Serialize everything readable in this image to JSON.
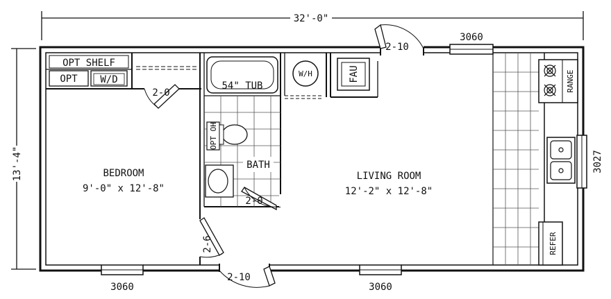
{
  "dimensions": {
    "overall_width": "32'-0\"",
    "overall_depth": "13'-4\""
  },
  "rooms": {
    "bedroom": {
      "name": "BEDROOM",
      "size": "9'-0\" x 12'-8\""
    },
    "living": {
      "name": "LIVING ROOM",
      "size": "12'-2\" x 12'-8\""
    },
    "bath": {
      "name": "BATH"
    }
  },
  "fixtures": {
    "opt_shelf": "OPT SHELF",
    "opt": "OPT",
    "wd": "W/D",
    "tub": "54\" TUB",
    "wh": "W/H",
    "fau": "FAU",
    "opt_oh": "OPT OH",
    "range": "RANGE",
    "refer": "REFER"
  },
  "doors": {
    "closet": "2-0",
    "bath": "2-0",
    "bedroom": "2-6",
    "front": "2-10",
    "rear": "2-10"
  },
  "windows": {
    "top": "3060",
    "bottom_left": "3060",
    "bottom_right": "3060",
    "kitchen": "3027"
  }
}
